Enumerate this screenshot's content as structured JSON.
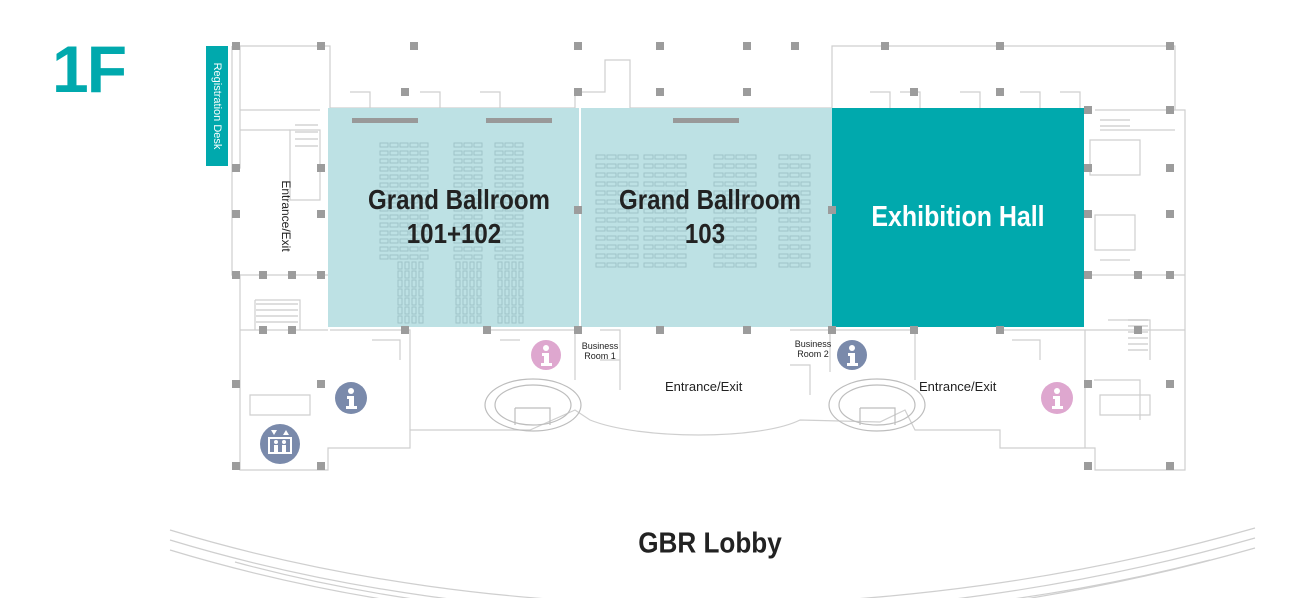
{
  "floor": {
    "label": "1F"
  },
  "registration_desk": {
    "label": "Registration Desk"
  },
  "rooms": {
    "ballroom_101_102": {
      "line1": "Grand Ballroom",
      "line2": "101+102"
    },
    "ballroom_103": {
      "line1": "Grand Ballroom",
      "line2": "103"
    },
    "exhibition_hall": {
      "line1": "Exhibition Hall"
    }
  },
  "labels": {
    "entrance_exit_west": "Entrance/Exit",
    "entrance_exit_center": "Entrance/Exit",
    "entrance_exit_east": "Entrance/Exit",
    "business_room_1_line1": "Business",
    "business_room_1_line2": "Room 1",
    "business_room_2_line1": "Business",
    "business_room_2_line2": "Room 2",
    "lobby": "GBR Lobby"
  },
  "icons": {
    "info_a": "info-icon",
    "info_b": "info-icon",
    "info_c": "info-icon",
    "info_d": "info-icon",
    "elevator": "elevator-icon"
  },
  "colors": {
    "teal": "#00a9ad",
    "light_teal": "#bde1e4",
    "info_blue": "#7a8aab",
    "info_pink": "#dea7cf",
    "line": "#c9c9c9",
    "pillar": "#9c9c9c"
  }
}
